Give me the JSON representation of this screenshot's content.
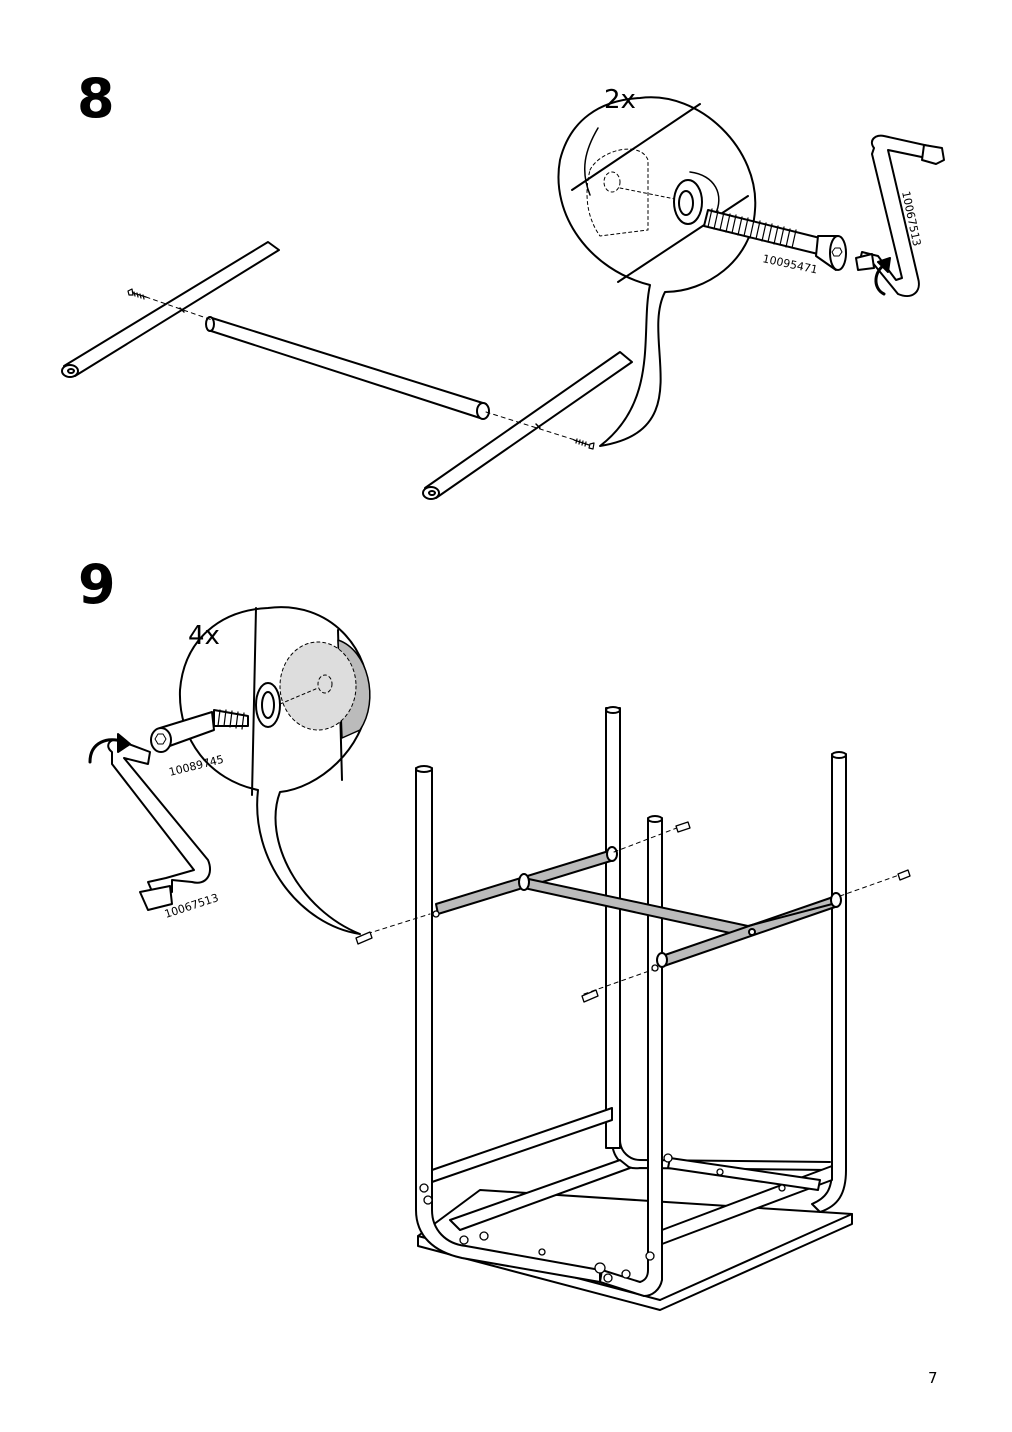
{
  "page": {
    "number": "7"
  },
  "steps": [
    {
      "number": "8",
      "quantity": "2x",
      "parts": {
        "bolt": "10095471",
        "key": "10067513"
      }
    },
    {
      "number": "9",
      "quantity": "4x",
      "parts": {
        "dowel": "10089745",
        "key": "10067513"
      }
    }
  ]
}
